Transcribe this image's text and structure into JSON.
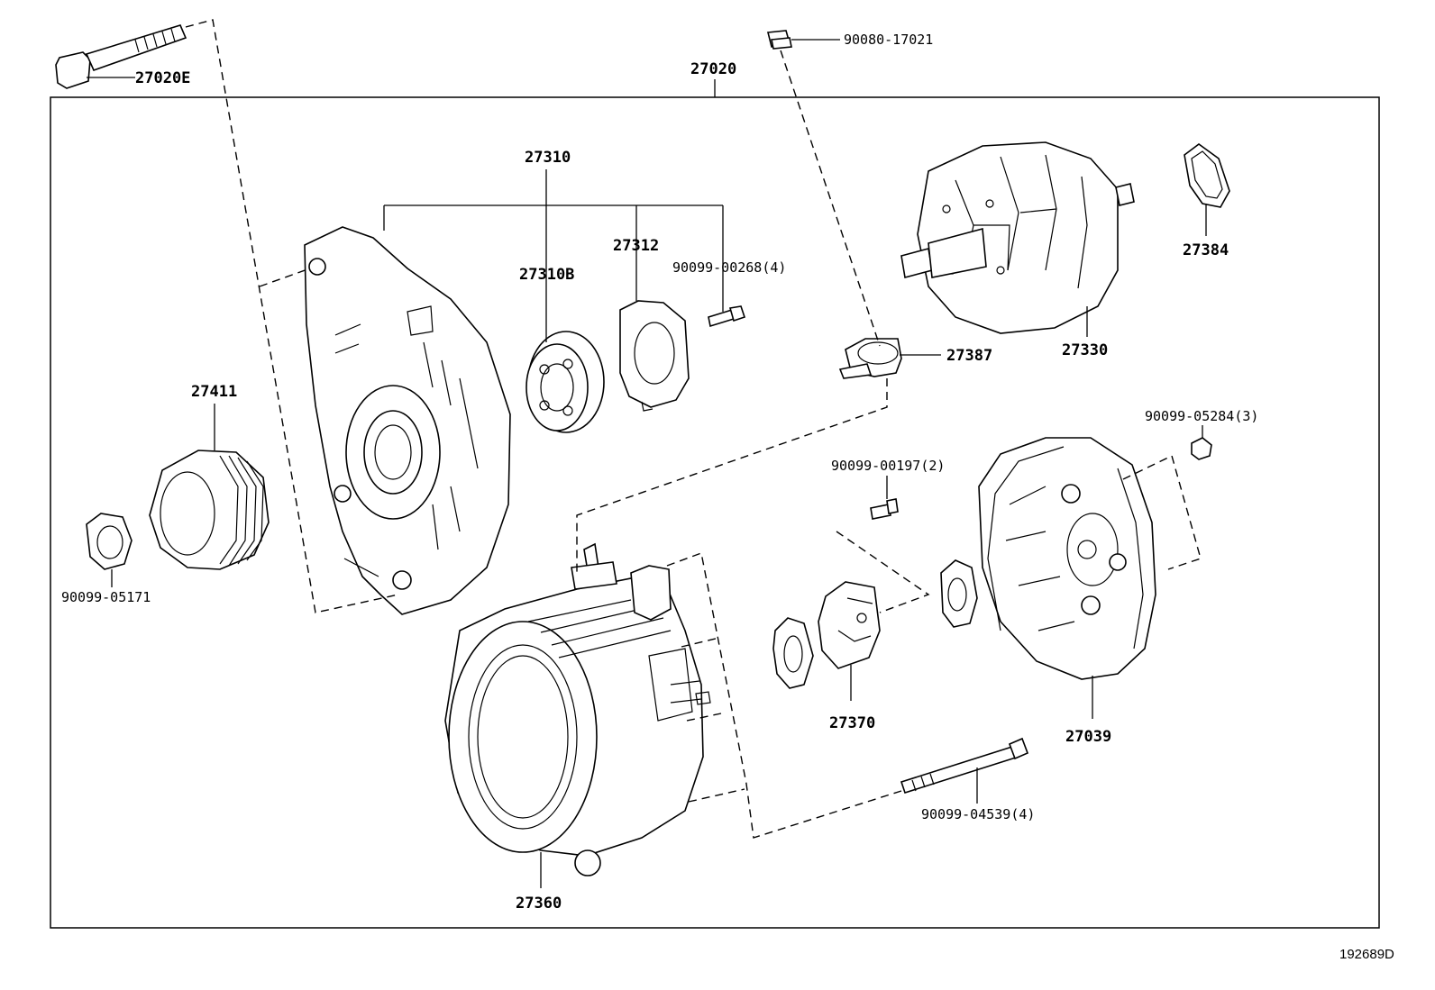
{
  "diagram": {
    "figure_id": "192689D",
    "parts": {
      "bolt_top": "27020E",
      "assembly": "27020",
      "terminal_insulator": "90080-17021",
      "drive_frame": "27310",
      "bearing": "27310B",
      "bearing_retainer": "27312",
      "retainer_screw": "90099-00268(4)",
      "rotor": "27330",
      "ring": "27384",
      "rear_bearing_cover": "27387",
      "pulley": "27411",
      "pulley_nut": "90099-05171",
      "stator_frame": "27360",
      "brush_holder_screw": "90099-00197(2)",
      "brush_holder": "27370",
      "end_cover": "27039",
      "cover_nut": "90099-05284(3)",
      "through_bolt": "90099-04539(4)"
    }
  }
}
